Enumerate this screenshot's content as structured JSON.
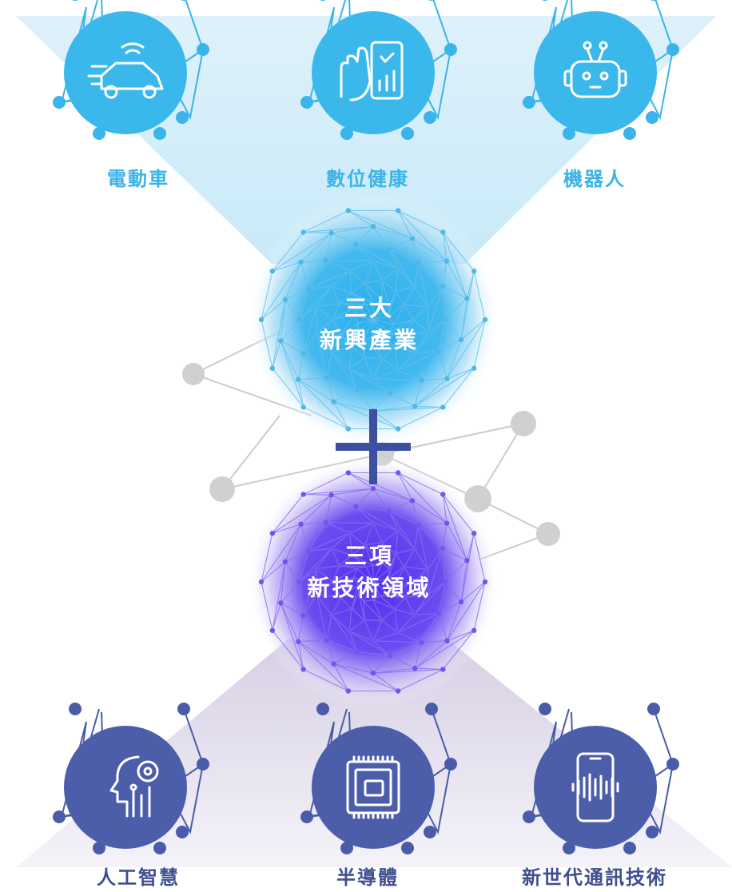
{
  "colors": {
    "top_accent": "#3ab4ea",
    "top_icon_circle": "#3ab8ec",
    "bottom_accent": "#4a5ca8",
    "bottom_icon_circle": "#4c5eaa",
    "sphere_top": "#2fb0ec",
    "sphere_bottom": "#5a3ef0",
    "plus": "#3d4fa0",
    "connector": "#cfcfcf"
  },
  "top_industries": [
    {
      "label": "電動車",
      "icon": "smart-car-icon"
    },
    {
      "label": "數位健康",
      "icon": "digital-health-phone-icon"
    },
    {
      "label": "機器人",
      "icon": "robot-head-icon"
    }
  ],
  "top_sphere": {
    "line1": "三大",
    "line2": "新興產業"
  },
  "plus_icon": "plus-icon",
  "bottom_sphere": {
    "line1": "三項",
    "line2": "新技術領域"
  },
  "bottom_technologies": [
    {
      "label": "人工智慧",
      "icon": "ai-head-gear-icon"
    },
    {
      "label": "半導體",
      "icon": "chip-icon"
    },
    {
      "label": "新世代通訊技術",
      "icon": "phone-soundwave-icon"
    }
  ]
}
